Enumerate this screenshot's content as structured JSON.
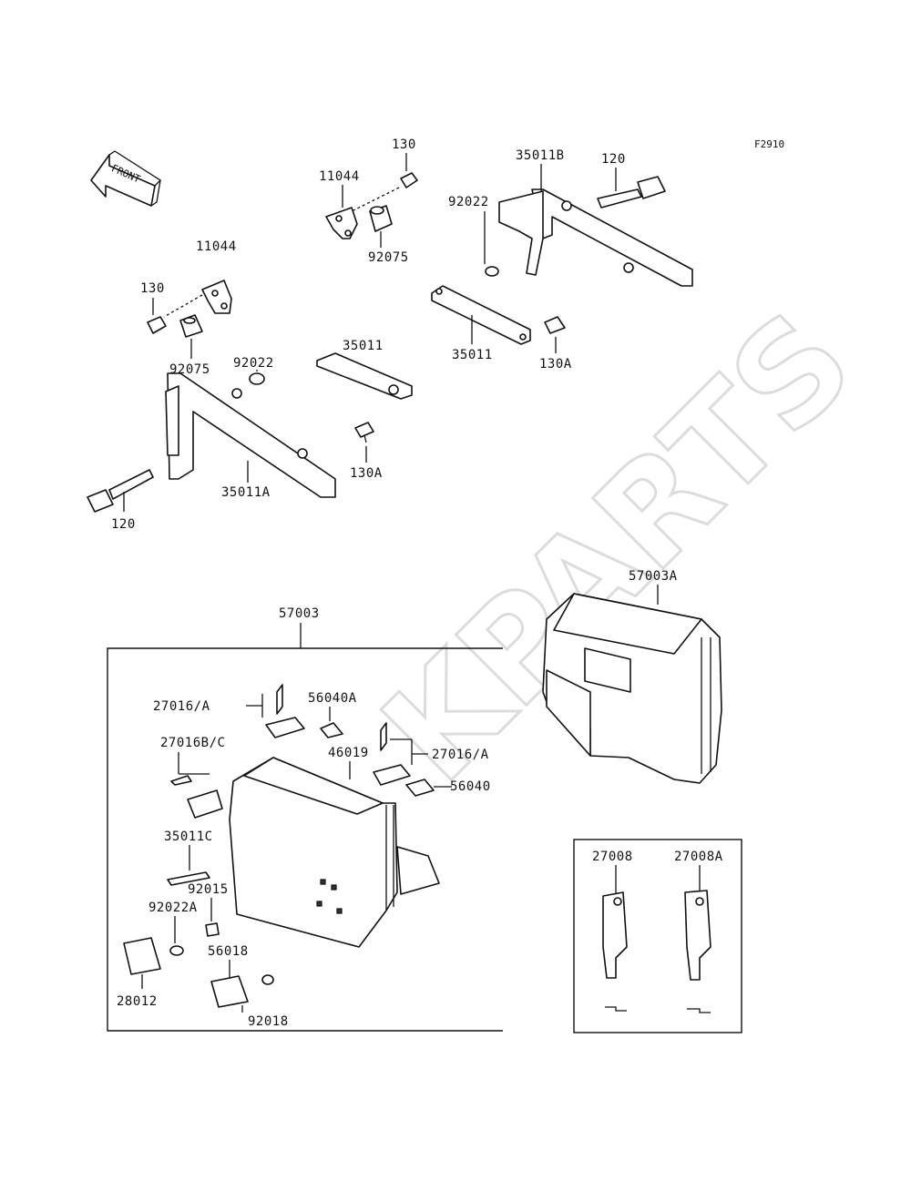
{
  "figure_code": "F2910",
  "front_arrow_label": "FRONT",
  "watermark": "KPARTS",
  "parts": {
    "p130_top": "130",
    "p11044_top": "11044",
    "p92075_top": "92075",
    "p35011B": "35011B",
    "p120_top": "120",
    "p92022_top": "92022",
    "p11044_left": "11044",
    "p130_left": "130",
    "p92075_left": "92075",
    "p92022_mid": "92022",
    "p35011_mid": "35011",
    "p35011_right": "35011",
    "p130A_right": "130A",
    "p130A_mid": "130A",
    "p35011A": "35011A",
    "p120_bottom": "120",
    "p57003": "57003",
    "p57003A": "57003A",
    "p27016A_left": "27016/A",
    "p56040A": "56040A",
    "p46019": "46019",
    "p27016A_right": "27016/A",
    "p27016BC": "27016B/C",
    "p56040": "56040",
    "p35011C": "35011C",
    "p92015": "92015",
    "p92022A": "92022A",
    "p56018": "56018",
    "p28012": "28012",
    "p92018": "92018",
    "p27008": "27008",
    "p27008A": "27008A"
  }
}
